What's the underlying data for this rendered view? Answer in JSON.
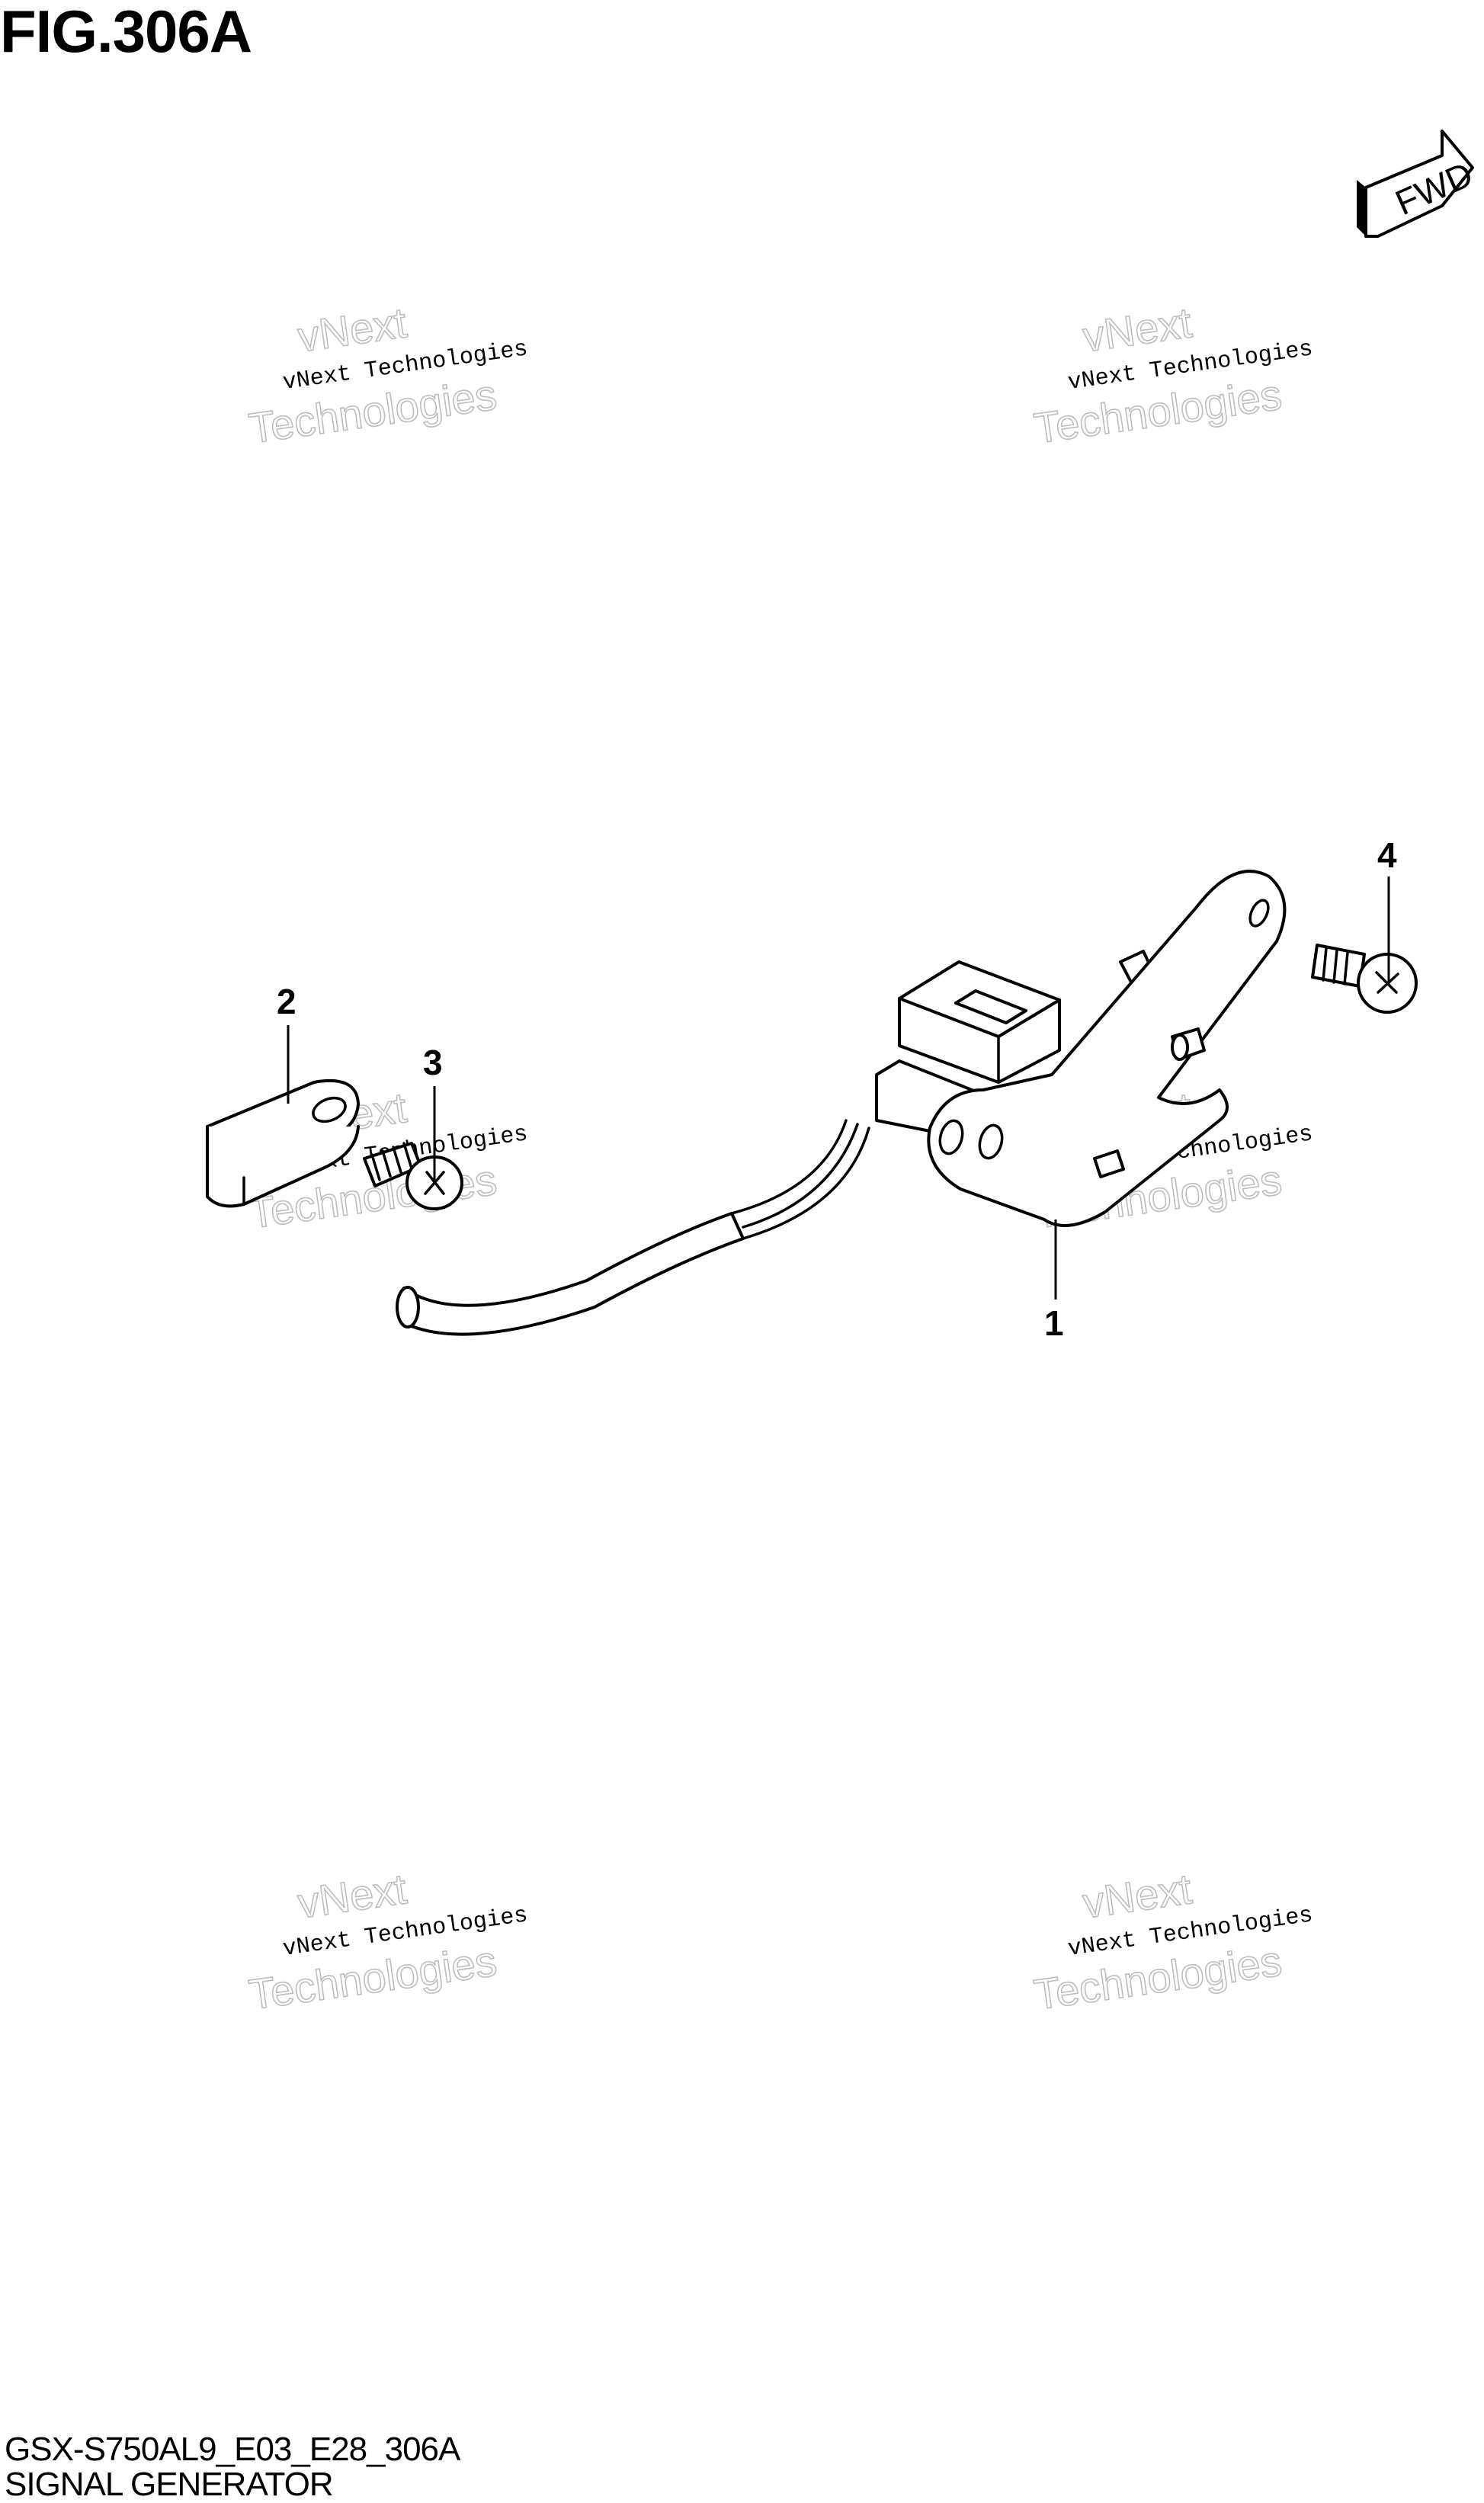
{
  "figure": {
    "title": "FIG.306A"
  },
  "fwd_arrow": {
    "label": "FWD",
    "icon": "fwd-arrow-icon"
  },
  "callouts": [
    {
      "number": "1",
      "part": "signal-generator"
    },
    {
      "number": "2",
      "part": "clamp"
    },
    {
      "number": "3",
      "part": "screw"
    },
    {
      "number": "4",
      "part": "screw"
    }
  ],
  "watermark": {
    "line": "vNext Technologies",
    "big_top": "vNext",
    "big_bottom": "Technologies"
  },
  "footer": {
    "model_code": "GSX-S750AL9_E03_E28_306A",
    "section_name": "SIGNAL GENERATOR"
  }
}
